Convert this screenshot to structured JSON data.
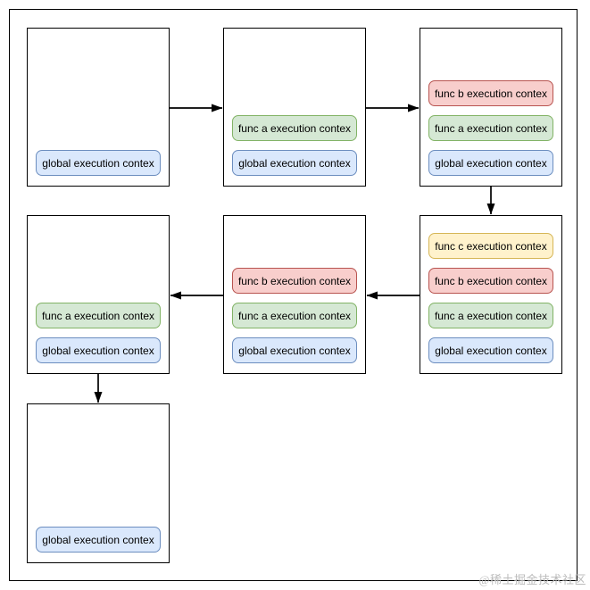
{
  "diagram": {
    "palette": {
      "blue": {
        "fill": "#dae8fc",
        "stroke": "#6c8ebf"
      },
      "green": {
        "fill": "#d5e8d4",
        "stroke": "#82b366"
      },
      "red": {
        "fill": "#f8cecc",
        "stroke": "#b85450"
      },
      "yellow": {
        "fill": "#fff2cc",
        "stroke": "#d6b656"
      }
    },
    "line_color": "#000000",
    "box_border_color": "#000000",
    "boxes": [
      {
        "step": 1,
        "row": 0,
        "col": 0,
        "stack": [
          {
            "label": "global execution contex",
            "color": "blue"
          }
        ]
      },
      {
        "step": 2,
        "row": 0,
        "col": 1,
        "stack": [
          {
            "label": "func a execution contex",
            "color": "green"
          },
          {
            "label": "global execution contex",
            "color": "blue"
          }
        ]
      },
      {
        "step": 3,
        "row": 0,
        "col": 2,
        "stack": [
          {
            "label": "func b execution contex",
            "color": "red"
          },
          {
            "label": "func a execution contex",
            "color": "green"
          },
          {
            "label": "global execution contex",
            "color": "blue"
          }
        ]
      },
      {
        "step": 4,
        "row": 1,
        "col": 2,
        "stack": [
          {
            "label": "func c execution contex",
            "color": "yellow"
          },
          {
            "label": "func b execution contex",
            "color": "red"
          },
          {
            "label": "func a execution contex",
            "color": "green"
          },
          {
            "label": "global execution contex",
            "color": "blue"
          }
        ]
      },
      {
        "step": 5,
        "row": 1,
        "col": 1,
        "stack": [
          {
            "label": "func b execution contex",
            "color": "red"
          },
          {
            "label": "func a execution contex",
            "color": "green"
          },
          {
            "label": "global execution contex",
            "color": "blue"
          }
        ]
      },
      {
        "step": 6,
        "row": 1,
        "col": 0,
        "stack": [
          {
            "label": "func a execution contex",
            "color": "green"
          },
          {
            "label": "global execution contex",
            "color": "blue"
          }
        ]
      },
      {
        "step": 7,
        "row": 2,
        "col": 0,
        "stack": [
          {
            "label": "global execution contex",
            "color": "blue"
          }
        ]
      }
    ],
    "arrows": [
      {
        "from": 1,
        "to": 2
      },
      {
        "from": 2,
        "to": 3
      },
      {
        "from": 3,
        "to": 4
      },
      {
        "from": 4,
        "to": 5
      },
      {
        "from": 5,
        "to": 6
      },
      {
        "from": 6,
        "to": 7
      }
    ]
  },
  "watermark": {
    "text": "@稀土掘金技术社区",
    "color": "#bcbcbc"
  }
}
